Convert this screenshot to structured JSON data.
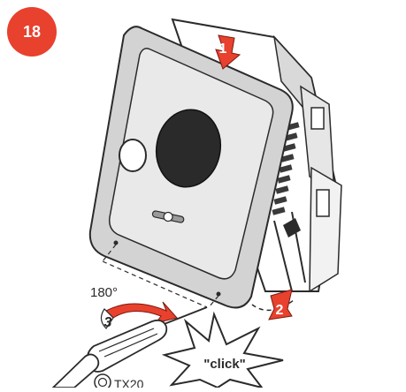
{
  "step_number": "18",
  "arrow_labels": [
    "1",
    "2",
    "3"
  ],
  "rotation_label": "180°",
  "sound_label": "\"click\"",
  "tool_label": "TX20",
  "accent_color": "#e8412e",
  "icons": [
    "screwdriver-icon",
    "torx-bit-icon",
    "rotate-arrow-icon"
  ]
}
